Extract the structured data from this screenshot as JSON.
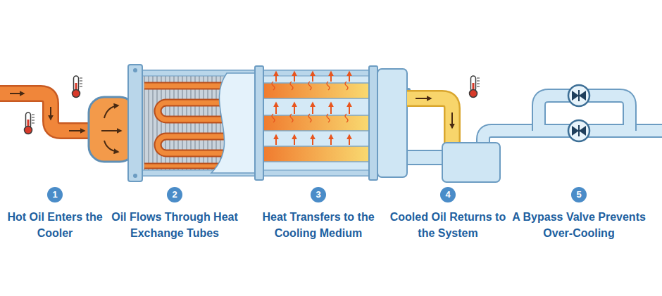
{
  "diagram": {
    "nodes": [
      {
        "text": [
          "1",
          "Hot Oil Enters the Cooler"
        ]
      },
      {
        "text": [
          "2",
          "Oil Flows Through Heat Exchange Tubes"
        ]
      },
      {
        "text": [
          "3",
          "Heat Transfers to the Cooling Medium"
        ]
      },
      {
        "text": [
          "4",
          "Cooled Oil Returns to the System"
        ]
      },
      {
        "text": [
          "5",
          "A Bypass Valve Prevents Over-Cooling"
        ]
      }
    ]
  }
}
